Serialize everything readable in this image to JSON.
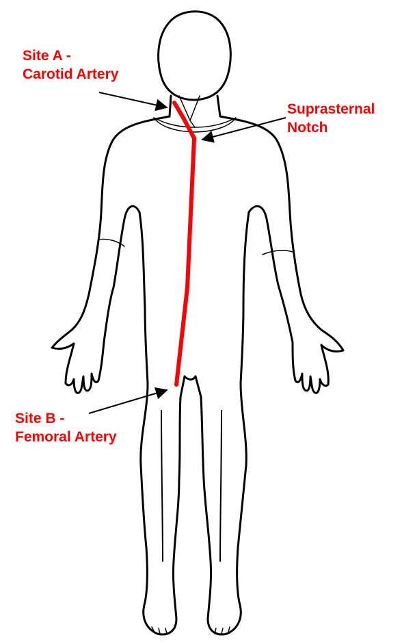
{
  "labels": {
    "site_a": {
      "line1": "Site A -",
      "line2": "Carotid Artery"
    },
    "notch": {
      "line1": "Suprasternal",
      "line2": "Notch"
    },
    "site_b": {
      "line1": "Site B -",
      "line2": "Femoral Artery"
    }
  },
  "colors": {
    "label_text": "#ff0000",
    "artery_path": "#ff0000",
    "outline": "#000000",
    "background": "#ffffff"
  }
}
